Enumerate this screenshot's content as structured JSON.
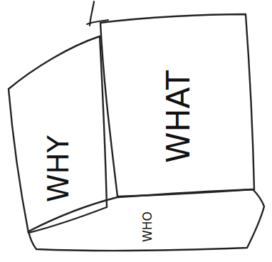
{
  "diagram": {
    "nodes": [
      {
        "text": [
          "WHY"
        ]
      },
      {
        "text": [
          "WHAT"
        ]
      },
      {
        "text": [
          "WHO"
        ]
      }
    ]
  }
}
